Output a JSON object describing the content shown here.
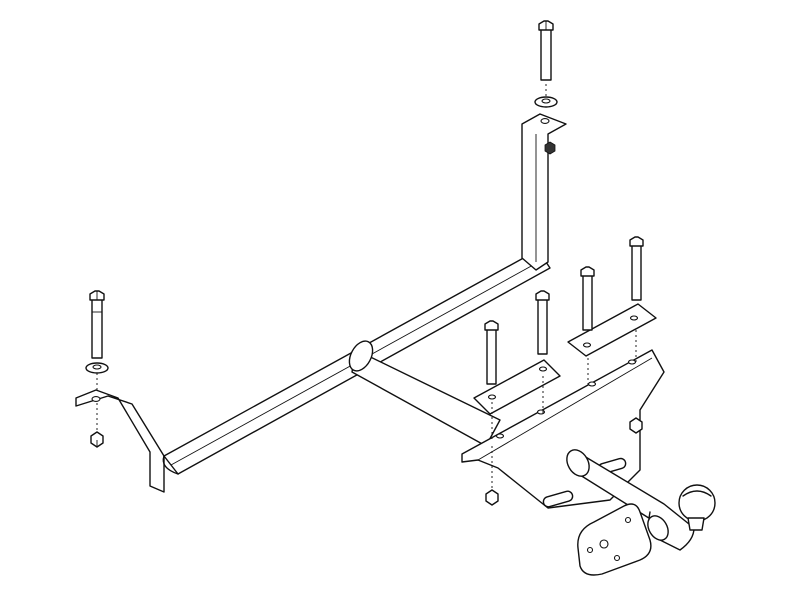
{
  "diagram": {
    "subject": "tow-bar-assembly",
    "style": "black line art on white",
    "colors": {
      "line": "#111111",
      "background": "#ffffff"
    },
    "components": [
      "main-crossbar",
      "left-side-bracket",
      "right-side-bracket",
      "center-drop-plate",
      "left-clamp-plate",
      "right-clamp-plate",
      "tow-ball-neck",
      "tow-ball",
      "socket-plate",
      "bolts",
      "washers",
      "nuts"
    ]
  }
}
